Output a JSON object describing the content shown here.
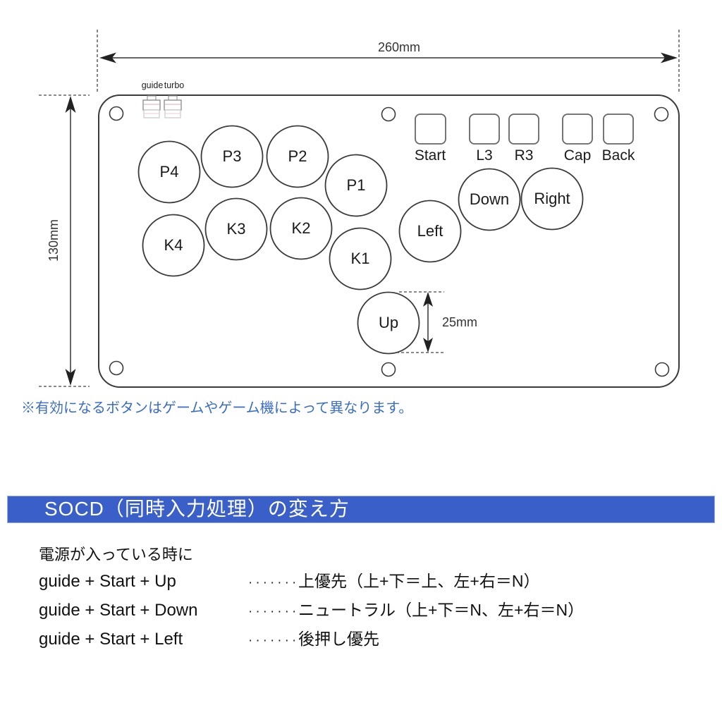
{
  "diagram": {
    "dimensions": {
      "width": "260mm",
      "height": "130mm",
      "button": "25mm"
    },
    "switches": {
      "guide": "guide",
      "turbo": "turbo"
    },
    "buttons": {
      "p1": "P1",
      "p2": "P2",
      "p3": "P3",
      "p4": "P4",
      "k1": "K1",
      "k2": "K2",
      "k3": "K3",
      "k4": "K4",
      "left": "Left",
      "down": "Down",
      "right": "Right",
      "up": "Up"
    },
    "system_buttons": {
      "start": "Start",
      "l3": "L3",
      "r3": "R3",
      "cap": "Cap",
      "back": "Back"
    },
    "note": "※有効になるボタンはゲームやゲーム機によって異なります。"
  },
  "socd": {
    "title": "SOCD（同時入力処理）の変え方",
    "intro": "電源が入っている時に",
    "rows": [
      {
        "combo": "guide + Start + Up",
        "dots": "·······",
        "desc": "上優先（上+下＝上、左+右＝N）"
      },
      {
        "combo": "guide + Start + Down",
        "dots": "·······",
        "desc": "ニュートラル（上+下＝N、左+右＝N）"
      },
      {
        "combo": "guide + Start + Left",
        "dots": "·······",
        "desc": "後押し優先"
      }
    ]
  },
  "colors": {
    "accent_blue": "#3a5fc8",
    "note_blue": "#3a6cc8",
    "outline": "#3a3a3a"
  }
}
